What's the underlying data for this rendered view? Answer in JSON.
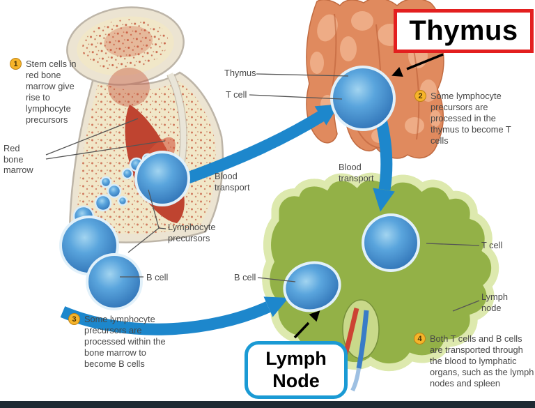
{
  "title": "Lymphocyte development diagram",
  "steps": [
    {
      "num": "1",
      "text": "Stem cells in red bone marrow give rise to lymphocyte precursors"
    },
    {
      "num": "2",
      "text": "Some lymphocyte precursors are processed in the thymus to become T cells"
    },
    {
      "num": "3",
      "text": "Some lymphocyte precursors are processed within the bone marrow to become B cells"
    },
    {
      "num": "4",
      "text": "Both T cells and B cells are transported through the blood to lymphatic organs, such as the lymph nodes and spleen"
    }
  ],
  "labels": {
    "red_bone_marrow": "Red bone marrow",
    "lymphocyte_precursors": "Lymphocyte precursors",
    "b_cell_left": "B cell",
    "blood_transport_left": "Blood transport",
    "thymus_small": "Thymus",
    "t_cell_thymus": "T cell",
    "blood_transport_mid": "Blood transport",
    "b_cell_node": "B cell",
    "t_cell_node": "T cell",
    "lymph_node": "Lymph node"
  },
  "callouts": {
    "thymus_box": "Thymus",
    "lymph_node_box": "Lymph Node"
  },
  "colors": {
    "arrow_blue": "#1d87cc",
    "cell_blue": "#4a9bd8",
    "thymus_coral": "#e08a5e",
    "lymph_node_green": "#93b147",
    "red_marrow": "#bf4430",
    "bone_beige": "#f1e7c8",
    "step_badge_yellow": "#f6b42a",
    "thymus_box_border": "#e31f1f",
    "lymph_box_border": "#1a9ad4",
    "bottom_bar": "#1e2a33",
    "label_text": "#474747"
  }
}
